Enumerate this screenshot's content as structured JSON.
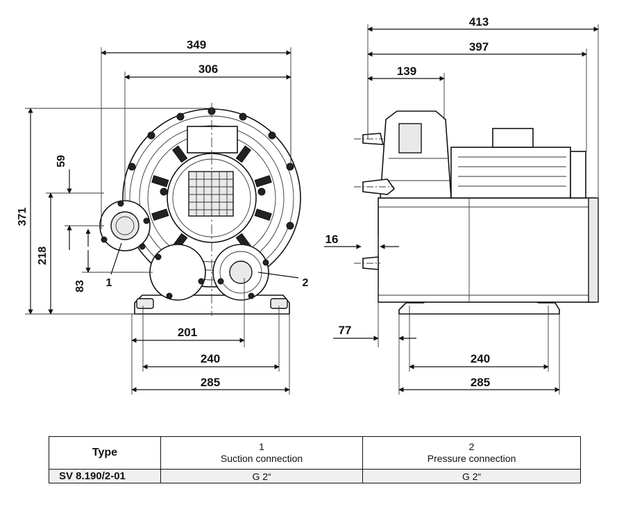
{
  "front_view": {
    "dimensions": {
      "width_overall": "349",
      "width_housing": "306",
      "height_overall": "371",
      "height_suction_axis": "218",
      "offset_top": "59",
      "height_pressure_axis": "83",
      "pressure_to_foot": "201",
      "foot_bolt_spacing": "240",
      "foot_width": "285"
    },
    "callouts": {
      "suction": "1",
      "pressure": "2"
    }
  },
  "side_view": {
    "dimensions": {
      "length_overall": "413",
      "length_motor": "397",
      "length_flange": "139",
      "offset_port": "16",
      "offset_foot": "77",
      "foot_bolt_spacing": "240",
      "foot_width": "285"
    }
  },
  "table": {
    "header": {
      "type": "Type",
      "col1_number": "1",
      "col1_label": "Suction connection",
      "col2_number": "2",
      "col2_label": "Pressure connection"
    },
    "rows": [
      {
        "type": "SV 8.190/2-01",
        "suction": "G 2“",
        "pressure": "G 2“"
      }
    ]
  },
  "colors": {
    "line": "#111111",
    "shade": "#e9e9e9",
    "background": "#ffffff"
  }
}
